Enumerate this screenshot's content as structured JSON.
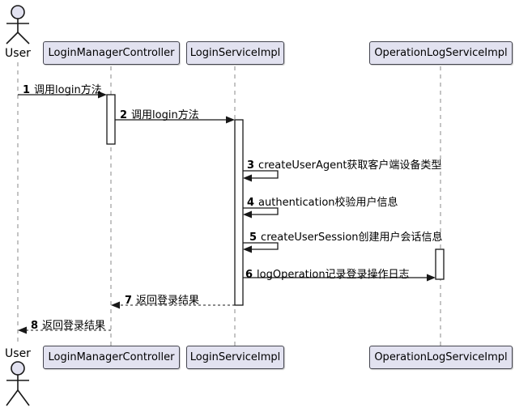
{
  "actor": {
    "name": "User"
  },
  "participants": [
    {
      "name": "LoginManagerController"
    },
    {
      "name": "LoginServiceImpl"
    },
    {
      "name": "OperationLogServiceImpl"
    }
  ],
  "messages": [
    {
      "num": "1",
      "text": "调用login方法",
      "from": "User",
      "to": "LoginManagerController",
      "arrow": "solid"
    },
    {
      "num": "2",
      "text": "调用login方法",
      "from": "LoginManagerController",
      "to": "LoginServiceImpl",
      "arrow": "solid"
    },
    {
      "num": "3",
      "text": "createUserAgent获取客户端设备类型",
      "from": "LoginServiceImpl",
      "to": "LoginServiceImpl",
      "arrow": "self"
    },
    {
      "num": "4",
      "text": "authentication校验用户信息",
      "from": "LoginServiceImpl",
      "to": "LoginServiceImpl",
      "arrow": "self"
    },
    {
      "num": "5",
      "text": "createUserSession创建用户会话信息",
      "from": "LoginServiceImpl",
      "to": "LoginServiceImpl",
      "arrow": "self"
    },
    {
      "num": "6",
      "text": "logOperation记录登录操作日志",
      "from": "LoginServiceImpl",
      "to": "OperationLogServiceImpl",
      "arrow": "solid"
    },
    {
      "num": "7",
      "text": "返回登录结果",
      "from": "LoginServiceImpl",
      "to": "LoginManagerController",
      "arrow": "dashed"
    },
    {
      "num": "8",
      "text": "返回登录结果",
      "from": "LoginManagerController",
      "to": "User",
      "arrow": "dashed"
    }
  ],
  "colors": {
    "participant_fill": "#E2E2F0",
    "participant_border": "#44454f",
    "line": "#181818",
    "lifeline": "#8a8a8a",
    "background": "#ffffff"
  }
}
